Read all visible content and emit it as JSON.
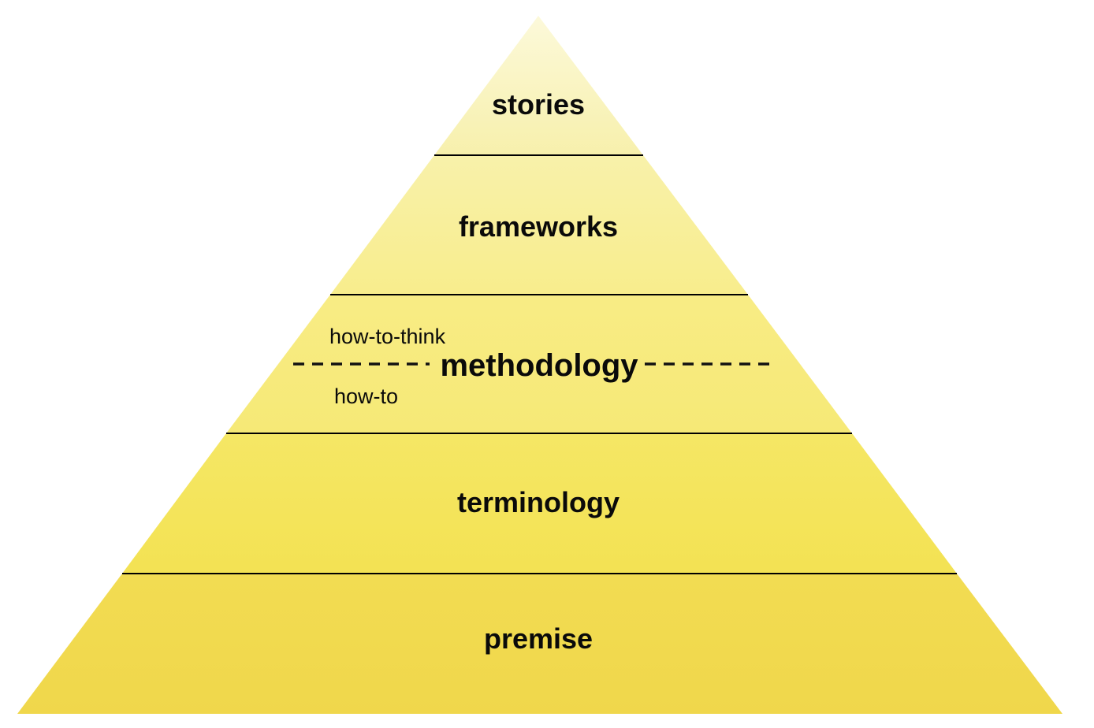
{
  "diagram": {
    "type": "pyramid",
    "background_color": "#ffffff",
    "line_color": "#000000",
    "text_color": "#0a0a0a",
    "layers": [
      {
        "id": "stories",
        "label": "stories",
        "color_top": "#FCF9DA",
        "color_bottom": "#F7F0AC"
      },
      {
        "id": "frameworks",
        "label": "frameworks",
        "color_top": "#F8F1AA",
        "color_bottom": "#F8ED8C"
      },
      {
        "id": "methodology",
        "label": "methodology",
        "annotation_above": "how-to-think",
        "annotation_below": "how-to",
        "divider_style": "dashed",
        "color_top": "#F8EC85",
        "color_bottom": "#F6E976"
      },
      {
        "id": "terminology",
        "label": "terminology",
        "color_top": "#F5E765",
        "color_bottom": "#F3E253"
      },
      {
        "id": "premise",
        "label": "premise",
        "color_top": "#F2DC52",
        "color_bottom": "#F0D74B"
      }
    ]
  }
}
